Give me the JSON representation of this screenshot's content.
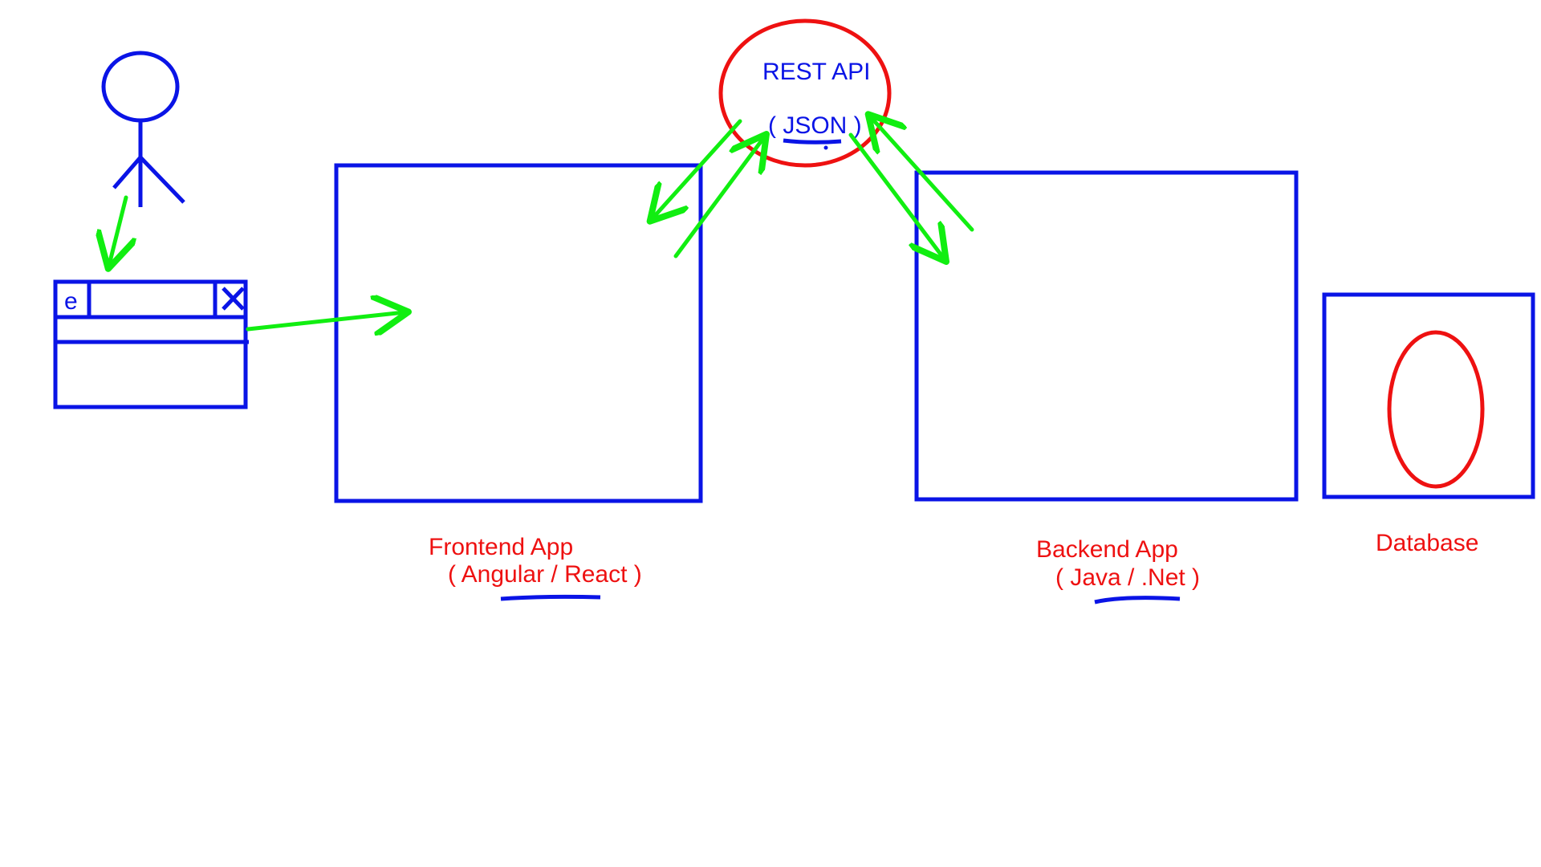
{
  "colors": {
    "blue": "#0a14e6",
    "red": "#ee1111",
    "green": "#11ee11",
    "background": "#ffffff"
  },
  "browser": {
    "logo": "e",
    "close_icon": "close-icon"
  },
  "rest_api": {
    "title": "REST API",
    "format": "( JSON )"
  },
  "frontend": {
    "title": "Frontend App",
    "tech": "( Angular / React )"
  },
  "backend": {
    "title": "Backend App",
    "tech": "( Java / .Net )"
  },
  "database": {
    "title": "Database"
  }
}
